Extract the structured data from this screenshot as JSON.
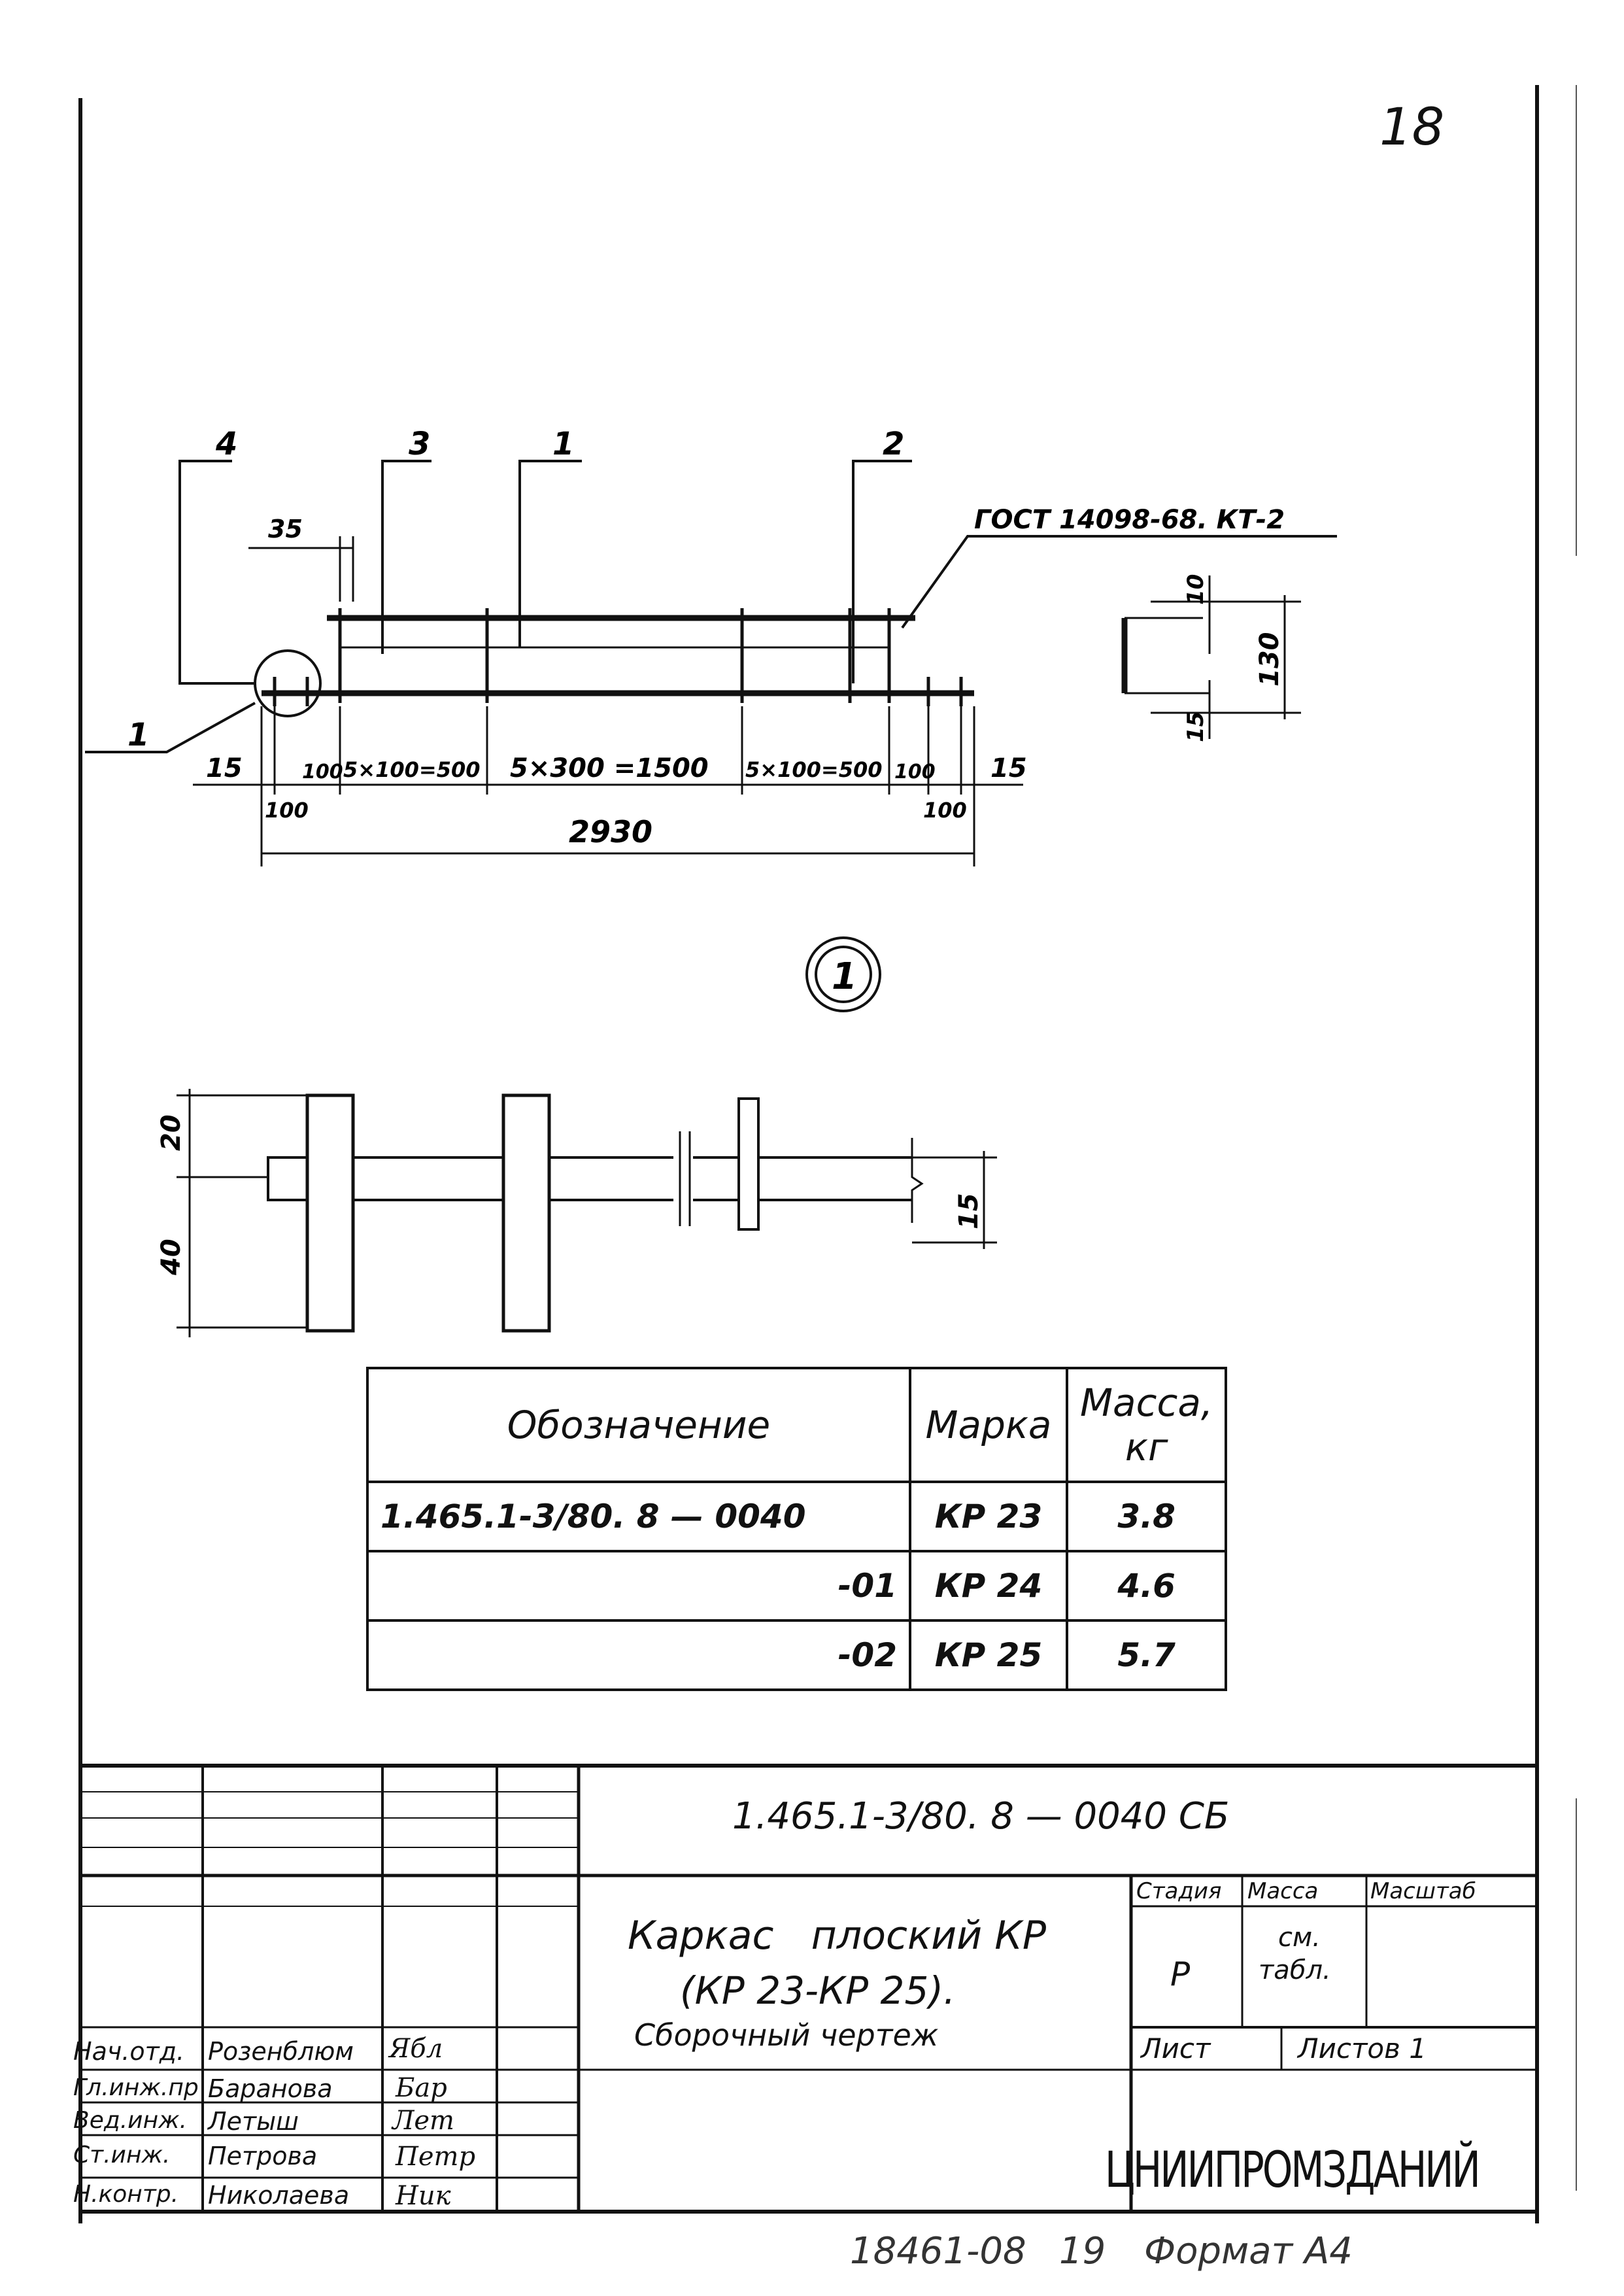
{
  "page": {
    "sheet_number": "18"
  },
  "drawing": {
    "callouts": [
      "4",
      "3",
      "1",
      "2"
    ],
    "detail_callout": "1",
    "weld_note": "ГОСТ 14098-68. КТ-2",
    "detail_marker": "1",
    "dims_main": {
      "d35": "35",
      "d15_left": "15",
      "d100_a": "100",
      "d500_a": "5×100=500",
      "d1500": "5×300 =1500",
      "d500_b": "5×100=500",
      "d100_b": "100",
      "d15_right": "15",
      "d100_low_left": "100",
      "d100_low_right": "100",
      "d2930": "2930"
    },
    "dims_section": {
      "d10": "10",
      "d130": "130",
      "d15": "15"
    },
    "dims_detail": {
      "d20": "20",
      "d40": "40",
      "d15": "15"
    }
  },
  "mass_table": {
    "headers": [
      "Обозначение",
      "Марка",
      "Масса, кг"
    ],
    "rows": [
      {
        "designation": "1.465.1-3/80. 8 — 0040",
        "mark": "КР 23",
        "mass": "3.8"
      },
      {
        "designation": "-01",
        "mark": "КР 24",
        "mass": "4.6"
      },
      {
        "designation": "-02",
        "mark": "КР 25",
        "mass": "5.7"
      }
    ]
  },
  "title_block": {
    "doc_code": "1.465.1-3/80. 8 — 0040 СБ",
    "title_line1": "Каркас   плоский КР",
    "title_line2": "(КР 23-КР 25).",
    "title_line3": "Сборочный чертеж",
    "stage_label": "Стадия",
    "mass_label": "Масса",
    "scale_label": "Масштаб",
    "stage_value": "Р",
    "mass_value": "см.",
    "mass_value2": "табл.",
    "sheet_label": "Лист",
    "sheets_label": "Листов 1",
    "organization": "ЦНИИПРОМЗДАНИЙ",
    "roles": [
      "Нач.отд.",
      "Гл.инж.пр",
      "Вед.инж.",
      "Ст.инж.",
      "Н.контр."
    ],
    "names": [
      "Розенблюм",
      "Баранова",
      "Летыш",
      "Петрова",
      "Николаева"
    ],
    "signatures": [
      "Ябл",
      "Бар",
      "Лет",
      "Петр",
      "Ник"
    ]
  },
  "footer": {
    "inventory": "18461-08",
    "page": "19",
    "format": "Формат А4"
  }
}
